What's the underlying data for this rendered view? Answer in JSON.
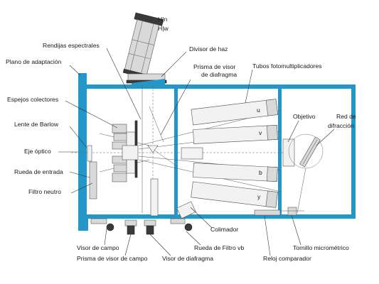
{
  "labels": {
    "hin": "H|n",
    "hw": "H|w",
    "rendijas": "Rendijas espectrales",
    "divisor": "Divisor de haz",
    "plano": "Plano de adaptación",
    "prisma_visor_diafragma": "Prisma de visor de diafragma",
    "tubos": "Tubos fotomultiplicadores",
    "espejos": "Espejos colectores",
    "lente": "Lente de Barlow",
    "eje": "Eje óptico",
    "rueda_entrada": "Rueda de entrada",
    "filtro_neutro": "Filtro neutro",
    "objetivo": "Objetivo",
    "red_difraccion": "Red de difracción",
    "colimador": "Colimador",
    "visor_campo": "Visor de campo",
    "prisma_visor_campo": "Prisma de visor de campo",
    "visor_diafragma": "Visor de diafragma",
    "rueda_filtro": "Rueda de Filtro vb",
    "tornillo": "Tornillo micrométrico",
    "reloj": "Reloj comparador"
  },
  "channels": [
    "u",
    "v",
    "b",
    "y"
  ],
  "colors": {
    "frame": "#2596c8",
    "part": "#d9d9d9",
    "dark": "#3a3a3a"
  }
}
